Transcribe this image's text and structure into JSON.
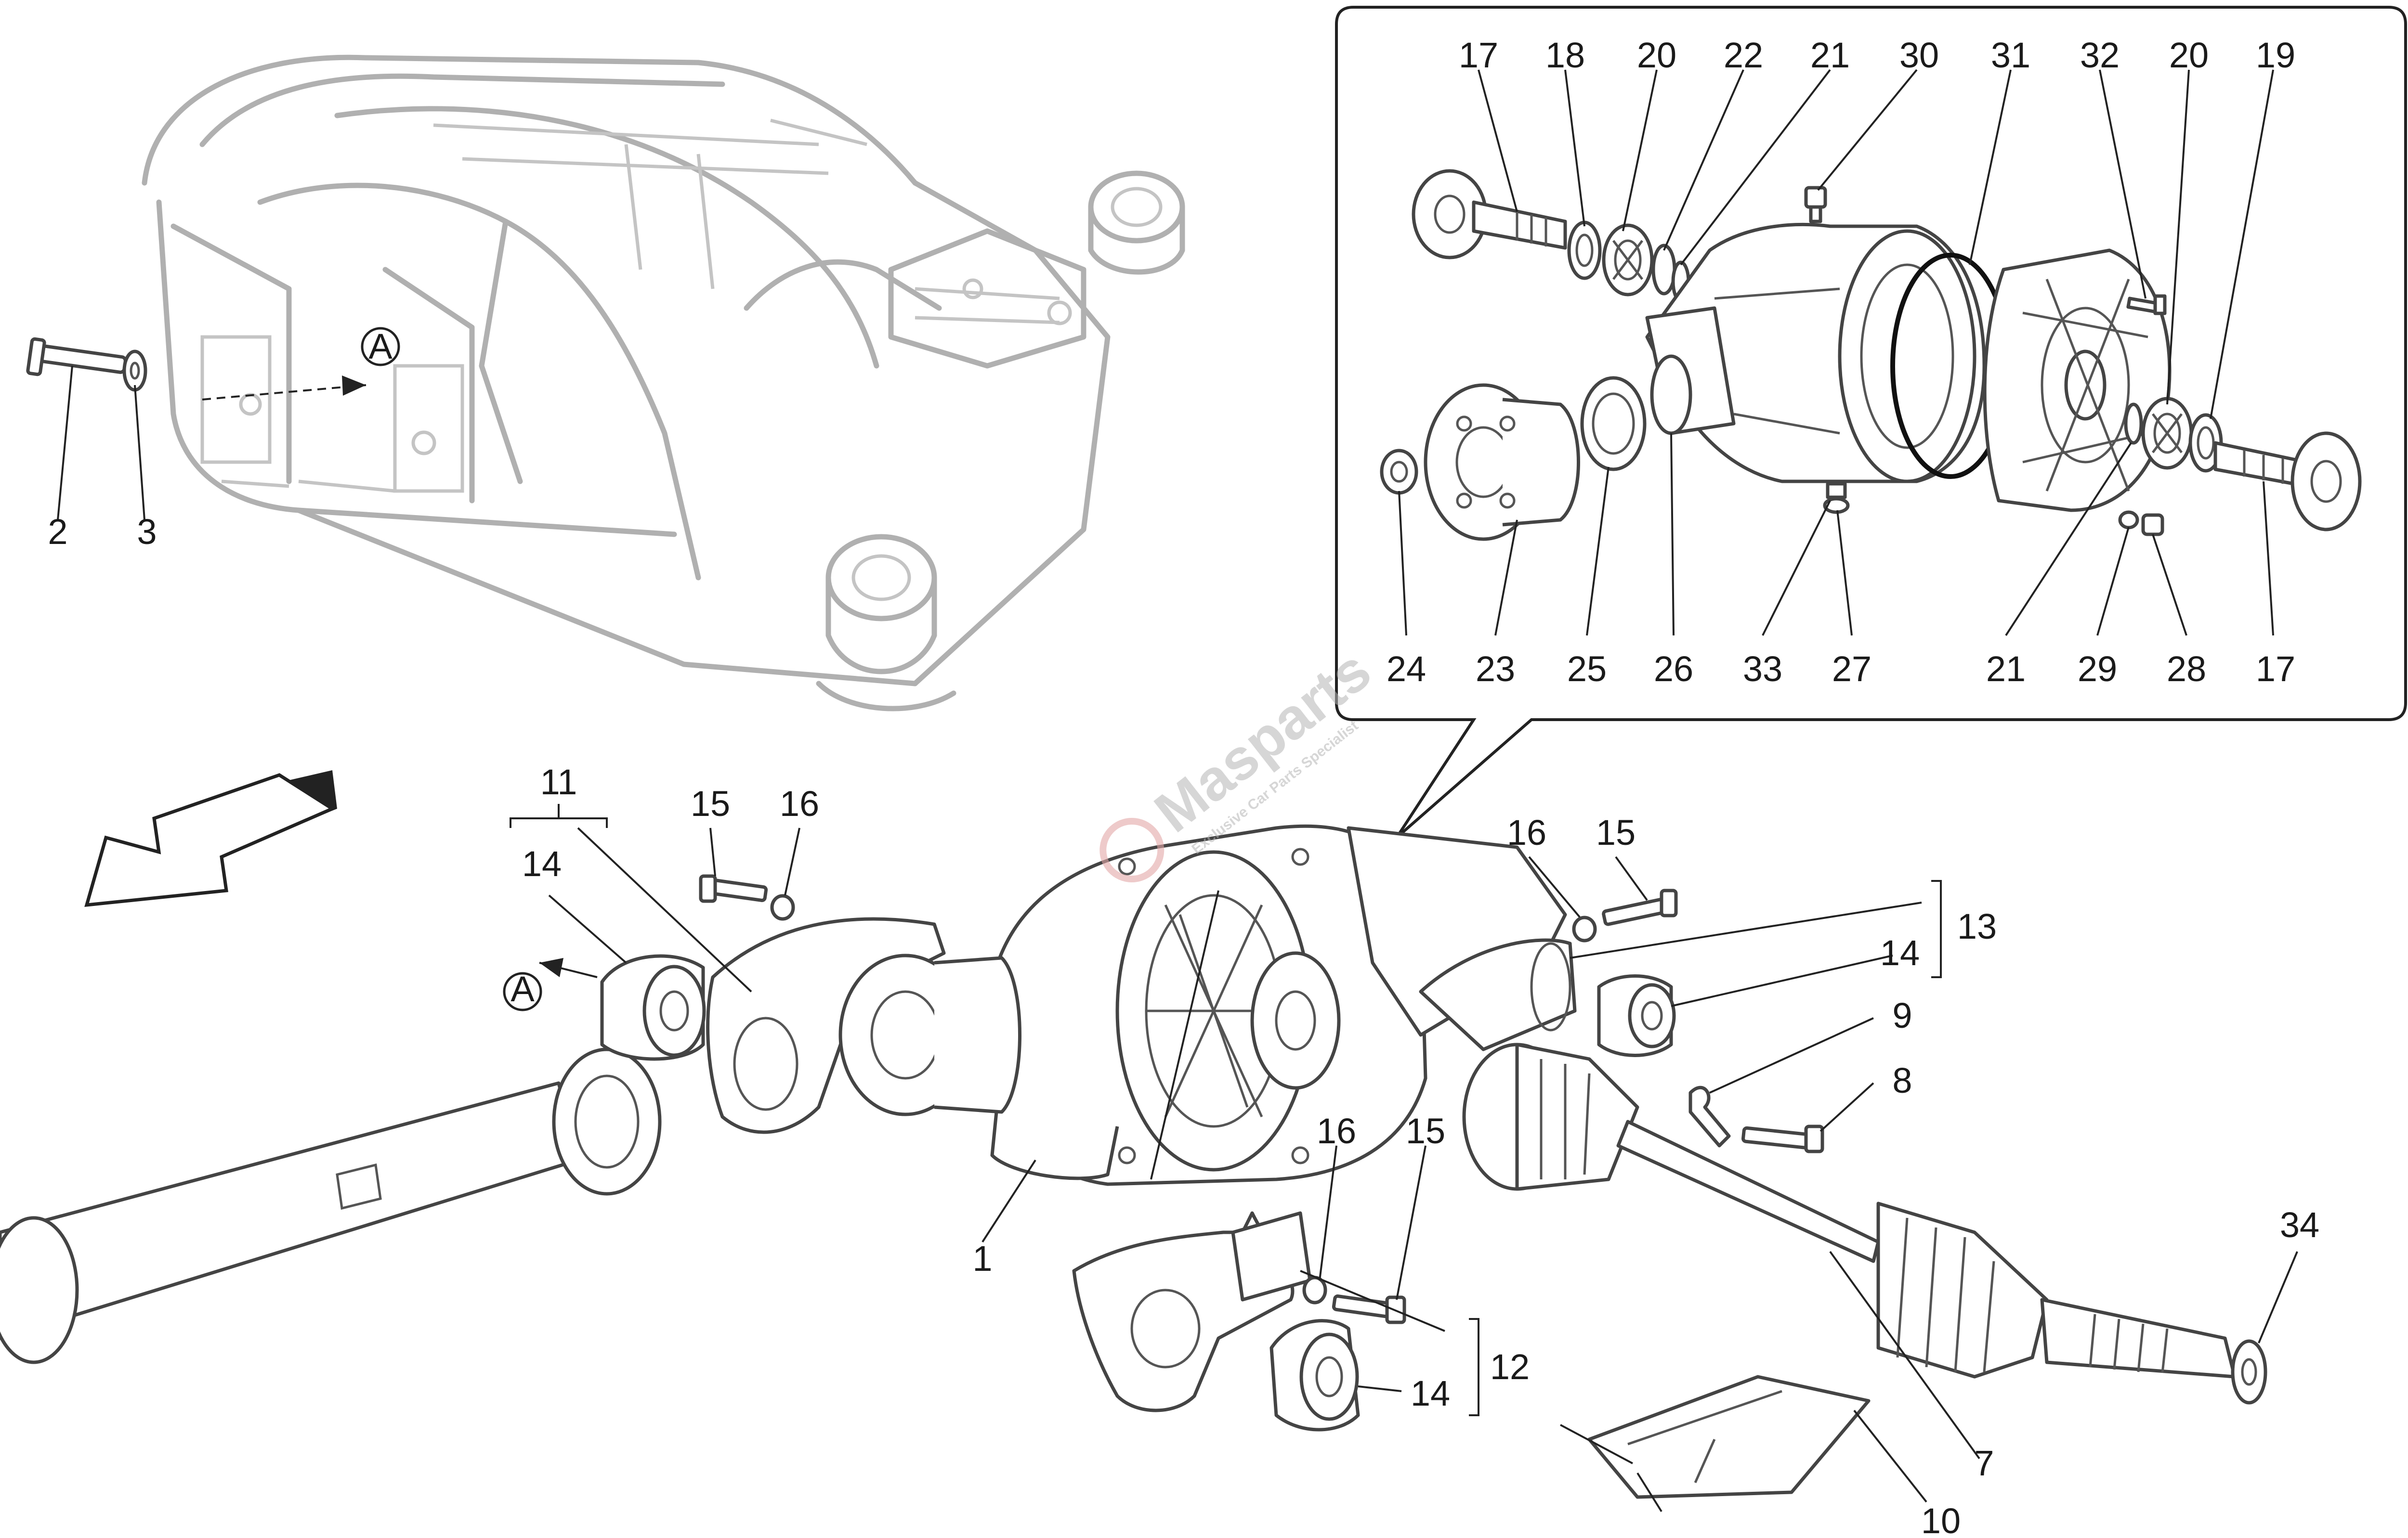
{
  "watermark": {
    "brand": "Masparts",
    "tagline": "Exclusive Car Parts Specialist"
  },
  "callouts": {
    "detail_marker": "A",
    "main_marker": "A"
  },
  "labels": {
    "l2": "2",
    "l3": "3",
    "d17a": "17",
    "d18": "18",
    "d20a": "20",
    "d22": "22",
    "d21a": "21",
    "d30": "30",
    "d31": "31",
    "d32": "32",
    "d20b": "20",
    "d19": "19",
    "d24": "24",
    "d23": "23",
    "d25": "25",
    "d26": "26",
    "d33": "33",
    "d27": "27",
    "d21b": "21",
    "d29": "29",
    "d28": "28",
    "d17b": "17",
    "m11": "11",
    "m14a": "14",
    "m15a": "15",
    "m16a": "16",
    "m16b": "16",
    "m15b": "15",
    "m13": "13",
    "m14b": "14",
    "m9": "9",
    "m8": "8",
    "m16c": "16",
    "m15c": "15",
    "m1": "1",
    "m34": "34",
    "m12": "12",
    "m14c": "14",
    "m7": "7",
    "m10": "10"
  }
}
